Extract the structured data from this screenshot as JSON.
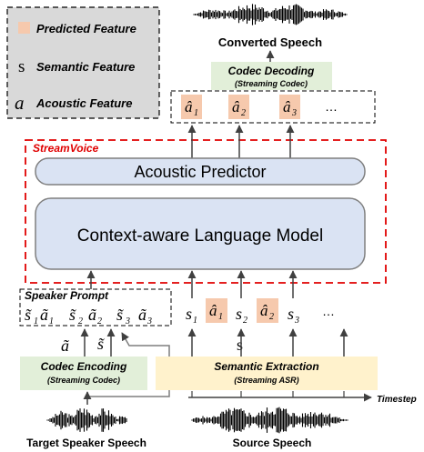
{
  "legend": {
    "predicted": {
      "symbol": "",
      "label": "Predicted Feature"
    },
    "semantic": {
      "symbol": "s",
      "label": "Semantic Feature"
    },
    "acoustic": {
      "symbol": "a",
      "label": "Acoustic Feature"
    }
  },
  "converted_speech": {
    "label": "Converted Speech"
  },
  "codec_decoding": {
    "title": "Codec Decoding",
    "subtitle": "(Streaming Codec)"
  },
  "output_tokens": [
    {
      "base": "â",
      "sub": "1"
    },
    {
      "base": "â",
      "sub": "2"
    },
    {
      "base": "â",
      "sub": "3"
    }
  ],
  "output_ellipsis": "…",
  "streamvoice": {
    "label": "StreamVoice"
  },
  "acoustic_predictor": {
    "label": "Acoustic Predictor"
  },
  "language_model": {
    "label": "Context-aware Language Model"
  },
  "speaker_prompt": {
    "title": "Speaker Prompt",
    "tokens": [
      {
        "base": "s̃",
        "sub": "1"
      },
      {
        "base": "ã",
        "sub": "1"
      },
      {
        "base": "s̃",
        "sub": "2"
      },
      {
        "base": "ã",
        "sub": "2"
      },
      {
        "base": "s̃",
        "sub": "3"
      },
      {
        "base": "ã",
        "sub": "3"
      }
    ]
  },
  "input_sequence": {
    "tokens": [
      {
        "base": "s",
        "sub": "1",
        "predicted": false
      },
      {
        "base": "â",
        "sub": "1",
        "predicted": true
      },
      {
        "base": "s",
        "sub": "2",
        "predicted": false
      },
      {
        "base": "â",
        "sub": "2",
        "predicted": true
      },
      {
        "base": "s",
        "sub": "3",
        "predicted": false
      }
    ],
    "ellipsis": "…"
  },
  "codec_encoding": {
    "title": "Codec Encoding",
    "subtitle": "(Streaming Codec)",
    "out_a": "ã",
    "out_s": "s̃"
  },
  "semantic_extraction": {
    "title": "Semantic Extraction",
    "subtitle": "(Streaming ASR)",
    "out_s": "s"
  },
  "timestep": {
    "label": "Timestep"
  },
  "target_speaker_speech": {
    "label": "Target Speaker Speech"
  },
  "source_speech": {
    "label": "Source Speech"
  },
  "colors": {
    "predicted_fill": "#f6c9ad",
    "legend_bg": "#d9d9d9",
    "codec_green": "#e2efd9",
    "semantic_yellow": "#fff2cc",
    "model_fill": "#dae3f3",
    "model_stroke": "#7f7f7f",
    "streamvoice_red": "#e00000",
    "arrow_gray": "#404040"
  }
}
